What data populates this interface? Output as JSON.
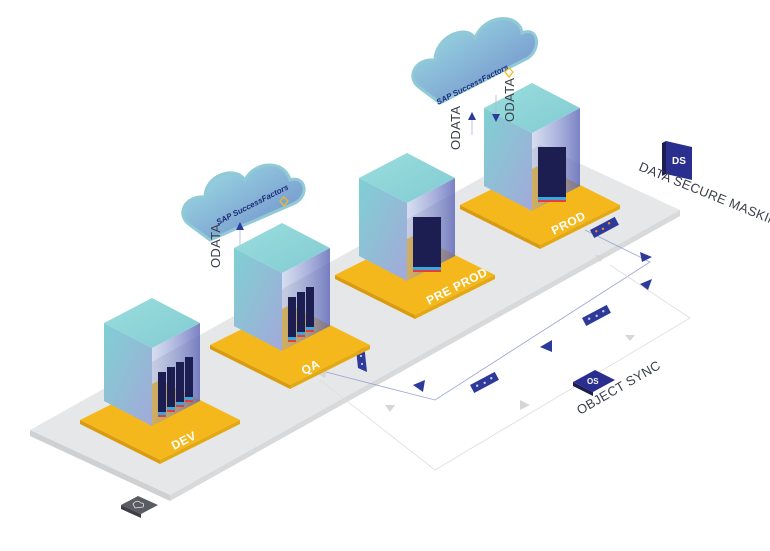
{
  "diagram": {
    "environments": [
      {
        "id": "dev",
        "label": "DEV",
        "servers": 4
      },
      {
        "id": "qa",
        "label": "QA",
        "servers": 3
      },
      {
        "id": "preprod",
        "label": "PRE PROD",
        "servers": 1
      },
      {
        "id": "prod",
        "label": "PROD",
        "servers": 1
      }
    ],
    "clouds": [
      {
        "id": "cloud-qa",
        "brand": "SAP SuccessFactors",
        "connector_labels": [
          "ODATA"
        ]
      },
      {
        "id": "cloud-prod",
        "brand": "SAP SuccessFactors",
        "connector_labels": [
          "ODATA",
          "ODATA"
        ]
      }
    ],
    "products": [
      {
        "id": "data-secure-masking",
        "badge": "DS",
        "label": "DATA SECURE MASKING"
      },
      {
        "id": "object-sync",
        "badge": "OS",
        "label": "OBJECT SYNC"
      }
    ],
    "colors": {
      "platform": "#e6e7e8",
      "pad": "#f5b81c",
      "cube": "#7ecfd3",
      "server": "#1c1e52",
      "accent_blue": "#2d3a9a",
      "red": "#e63d3d",
      "cyan": "#3aa6dc"
    }
  }
}
